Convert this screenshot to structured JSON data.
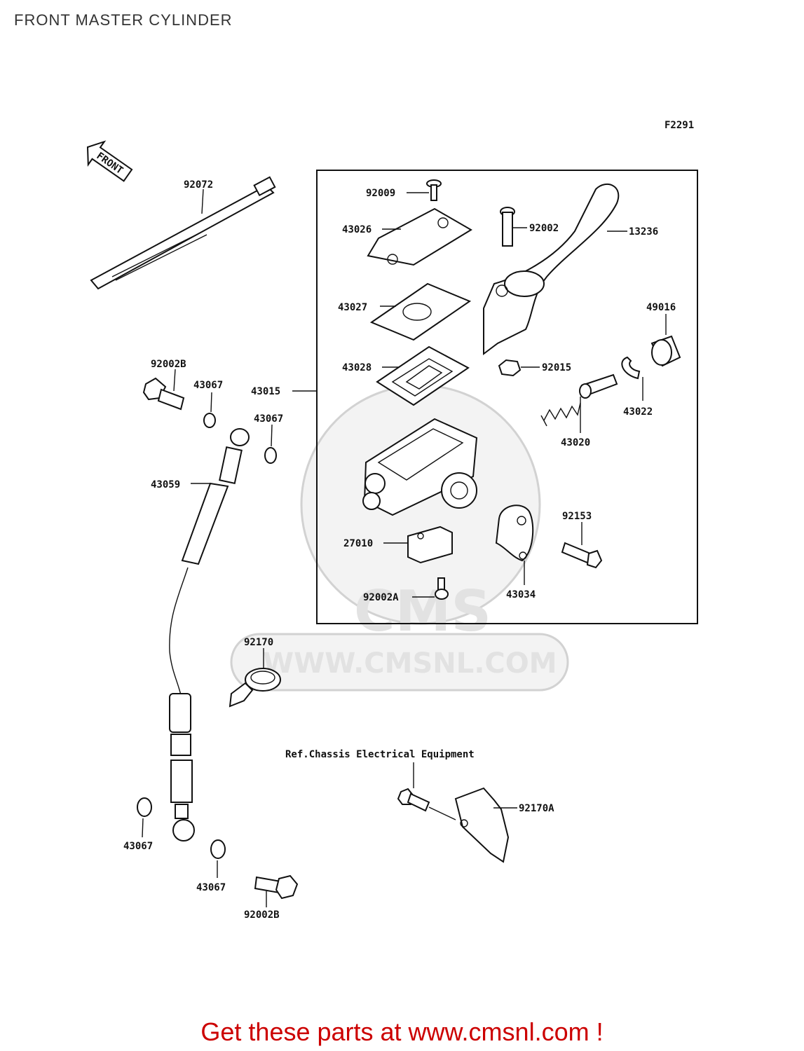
{
  "header": {
    "title": "FRONT MASTER CYLINDER"
  },
  "diagram": {
    "figure_code": "F2291",
    "front_tag": "FRONT",
    "ref_note": "Ref.Chassis Electrical Equipment",
    "watermark": {
      "logo_text": "CMS",
      "url_text": "WWW.CMSNL.COM"
    },
    "callouts": {
      "p92072": "92072",
      "p92009": "92009",
      "p43026": "43026",
      "p92002": "92002",
      "p13236": "13236",
      "p43027": "43027",
      "p49016": "49016",
      "p92002B_top": "92002B",
      "p43067_a": "43067",
      "p43028": "43028",
      "p92015": "92015",
      "p43015": "43015",
      "p43067_b": "43067",
      "p43022": "43022",
      "p43020": "43020",
      "p43059": "43059",
      "p92153": "92153",
      "p27010": "27010",
      "p92002A": "92002A",
      "p43034": "43034",
      "p92170": "92170",
      "p92170A": "92170A",
      "p43067_c": "43067",
      "p43067_d": "43067",
      "p92002B_bottom": "92002B"
    }
  },
  "footer": {
    "promo": "Get these parts at www.cmsnl.com !",
    "color": "#cc0000"
  }
}
